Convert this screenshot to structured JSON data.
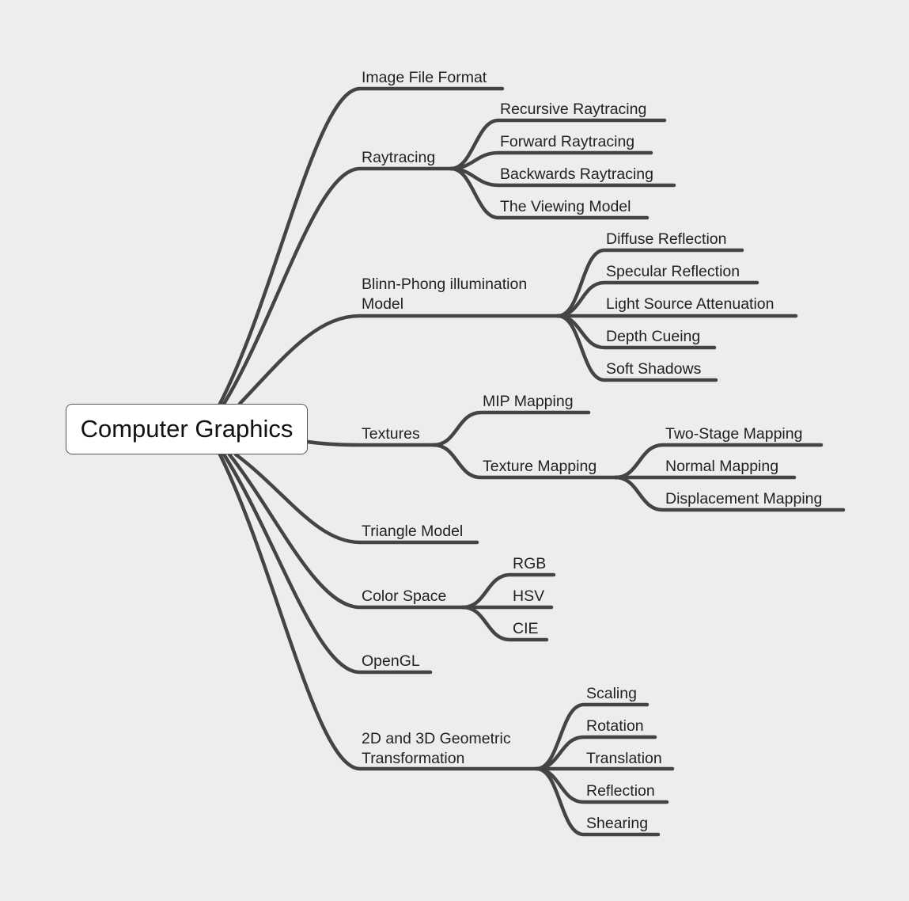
{
  "root": {
    "label": "Computer Graphics"
  },
  "branches": [
    {
      "label": "Image File Format"
    },
    {
      "label": "Raytracing",
      "children": [
        {
          "label": "Recursive Raytracing"
        },
        {
          "label": "Forward Raytracing"
        },
        {
          "label": "Backwards Raytracing"
        },
        {
          "label": "The Viewing Model"
        }
      ]
    },
    {
      "label_lines": [
        "Blinn-Phong illumination",
        "Model"
      ],
      "children": [
        {
          "label": "Diffuse Reflection"
        },
        {
          "label": "Specular Reflection"
        },
        {
          "label": "Light Source Attenuation"
        },
        {
          "label": "Depth Cueing"
        },
        {
          "label": "Soft Shadows"
        }
      ]
    },
    {
      "label": "Textures",
      "children": [
        {
          "label": "MIP Mapping"
        },
        {
          "label": "Texture Mapping",
          "children": [
            {
              "label": "Two-Stage Mapping"
            },
            {
              "label": "Normal Mapping"
            },
            {
              "label": "Displacement Mapping"
            }
          ]
        }
      ]
    },
    {
      "label": "Triangle Model"
    },
    {
      "label": "Color Space",
      "children": [
        {
          "label": "RGB"
        },
        {
          "label": "HSV"
        },
        {
          "label": "CIE"
        }
      ]
    },
    {
      "label": "OpenGL"
    },
    {
      "label_lines": [
        "2D and 3D Geometric",
        "Transformation"
      ],
      "children": [
        {
          "label": "Scaling"
        },
        {
          "label": "Rotation"
        },
        {
          "label": "Translation"
        },
        {
          "label": "Reflection"
        },
        {
          "label": "Shearing"
        }
      ]
    }
  ]
}
